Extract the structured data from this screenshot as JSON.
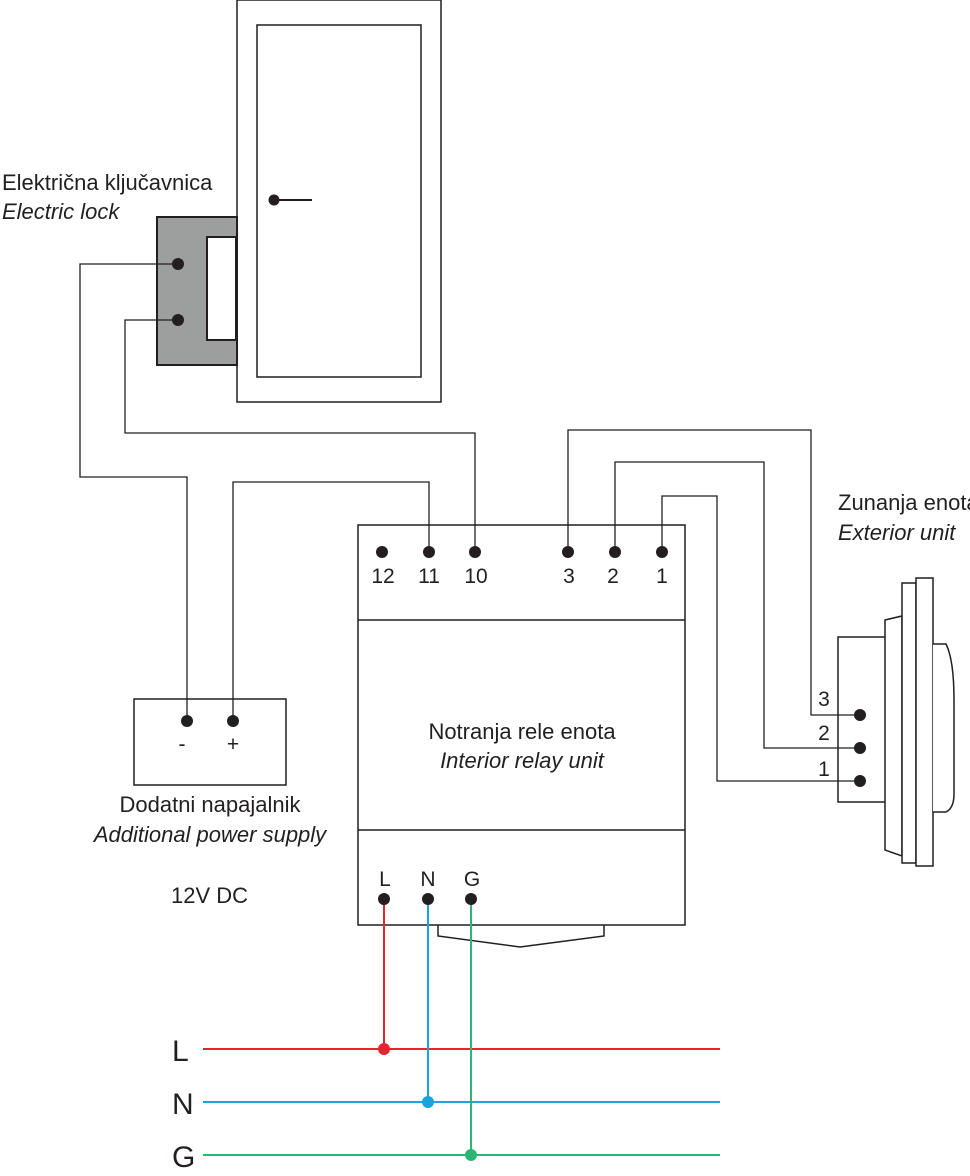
{
  "lock": {
    "label": "Električna ključavnica",
    "label_en": "Electric lock"
  },
  "exterior": {
    "label": "Zunanja enota",
    "label_en": "Exterior unit",
    "terminals": [
      "3",
      "2",
      "1"
    ]
  },
  "relay": {
    "label": "Notranja rele enota",
    "label_en": "Interior relay unit",
    "top_terminals": [
      "12",
      "11",
      "10",
      "3",
      "2",
      "1"
    ],
    "bottom_terminals": [
      "L",
      "N",
      "G"
    ]
  },
  "psu": {
    "label": "Dodatni napajalnik",
    "label_en": "Additional power supply",
    "voltage": "12V DC",
    "terminals": [
      "-",
      "+"
    ]
  },
  "mains": {
    "lines": [
      "L",
      "N",
      "G"
    ]
  },
  "colors": {
    "live": "#e42530",
    "neutral": "#1aa3dd",
    "ground": "#2bb673",
    "lock_body": "#9d9e9e",
    "line": "#231f20"
  }
}
